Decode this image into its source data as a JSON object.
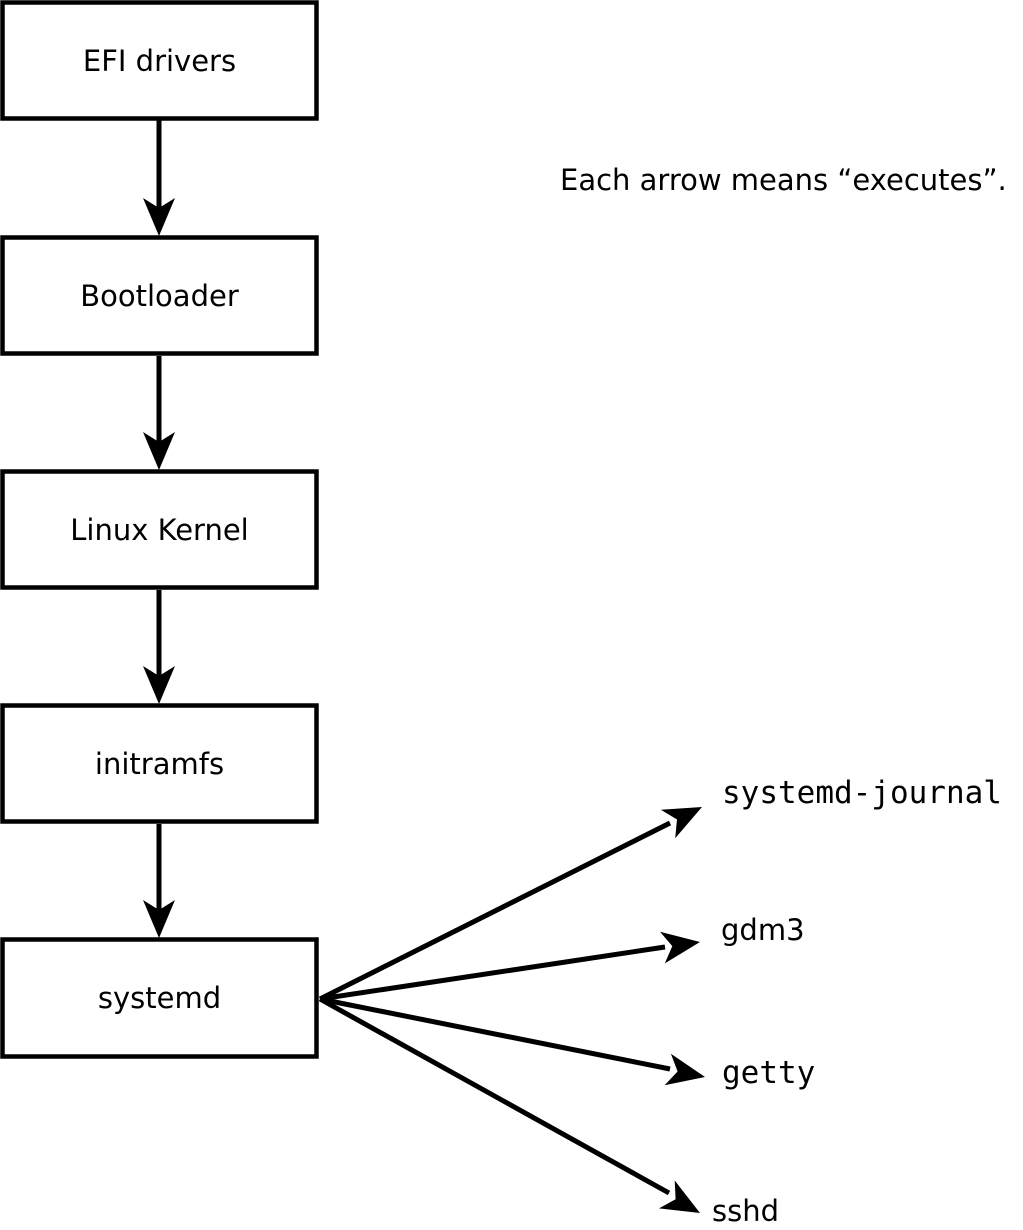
{
  "note": "Each arrow means “executes”.",
  "boot_chain": [
    {
      "label": "EFI drivers"
    },
    {
      "label": "Bootloader"
    },
    {
      "label": "Linux Kernel"
    },
    {
      "label": "initramfs"
    },
    {
      "label": "systemd"
    }
  ],
  "spawned_processes": [
    {
      "label": "systemd-journal"
    },
    {
      "label": "gdm3"
    },
    {
      "label": "getty"
    },
    {
      "label": "sshd"
    }
  ],
  "relation": "executes",
  "colors": {
    "line": "#000000",
    "box_fill": "#ffffff",
    "background": "#ffffff"
  }
}
